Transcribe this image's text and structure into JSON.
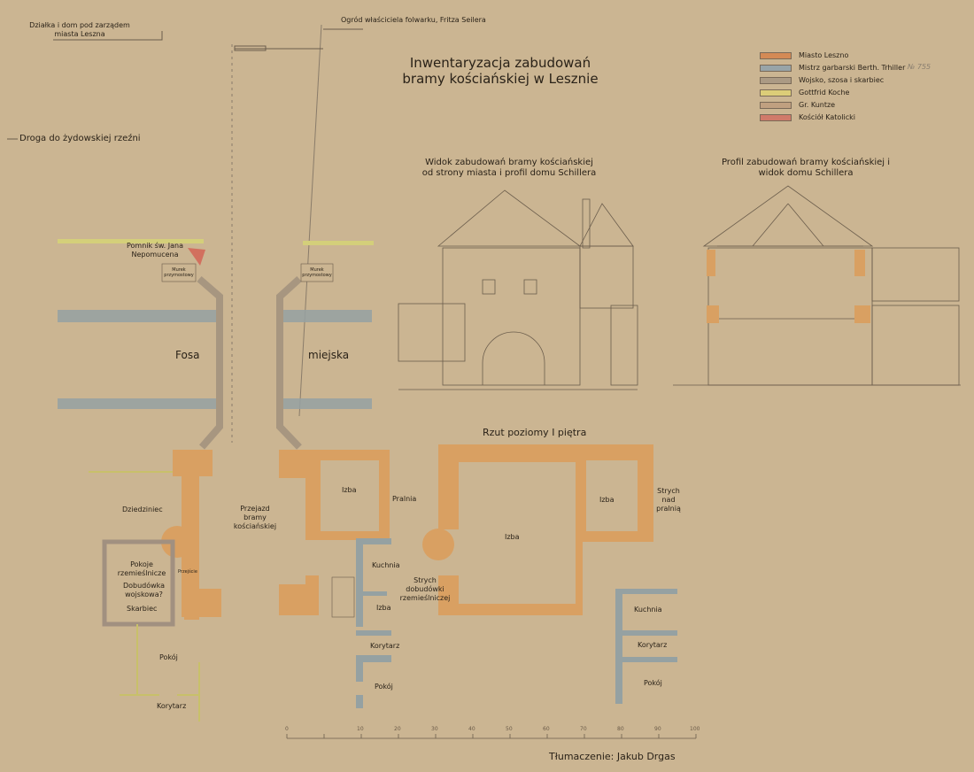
{
  "title": "Inwentaryzacja zabudowań bramy kościańskiej w Lesznie",
  "archive_number": "№ 755",
  "legend": [
    {
      "label": "Miasto Leszno",
      "color": "#d48a55"
    },
    {
      "label": "Mistrz garbarski Berth. Trhiller",
      "color": "#98a4a8"
    },
    {
      "label": "Wojsko, szosa i skarbiec",
      "color": "#ab9a84"
    },
    {
      "label": "Gottfrid Koche",
      "color": "#dccd78"
    },
    {
      "label": "Gr. Kuntze",
      "color": "#c0a080"
    },
    {
      "label": "Kościół Katolicki",
      "color": "#d07a6a"
    }
  ],
  "top_notes": {
    "plot": "Działka i dom pod zarządem miasta Leszna",
    "garden": "Ogród właściciela folwarku, Fritza Seilera",
    "road": "Droga do żydowskiej rzeźni"
  },
  "elevation_titles": {
    "view": "Widok zabudowań bramy kościańskiej od strony miasta i profil domu Schillera",
    "profile": "Profil zabudowań bramy kościańskiej i widok domu Schillera"
  },
  "map_labels": {
    "monument": "Pomnik św. Jana Nepomucena",
    "wall_left": "Murek przymostowy",
    "wall_right": "Murek przymostowy",
    "moat_1": "Fosa",
    "moat_2": "miejska"
  },
  "ground_floor": {
    "courtyard": "Dziedziniec",
    "passage": "Przejazd bramy kościańskiej",
    "izba": "Izba",
    "pralnia": "Pralnia",
    "craft_rooms": "Pokoje rzemieślnicze",
    "military": "Dobudówka wojskowa?",
    "treasury": "Skarbiec",
    "passage_small": "Przejście",
    "kitchen": "Kuchnia",
    "izba2": "Izba",
    "corridor": "Korytarz",
    "room": "Pokój",
    "room_left": "Pokój",
    "corridor_left": "Korytarz"
  },
  "first_floor": {
    "title": "Rzut poziomy I piętra",
    "izba_main": "Izba",
    "izba_small": "Izba",
    "attic_laundry": "Strych nad pralnią",
    "attic_annex": "Strych dobudówki rzemieślniczej",
    "kitchen": "Kuchnia",
    "corridor": "Korytarz",
    "room": "Pokój"
  },
  "scale": {
    "labels": [
      "0",
      "10",
      "20",
      "30",
      "40",
      "50",
      "60",
      "70",
      "80",
      "90",
      "100"
    ]
  },
  "credit": "Tłumaczenie: Jakub Drgas"
}
